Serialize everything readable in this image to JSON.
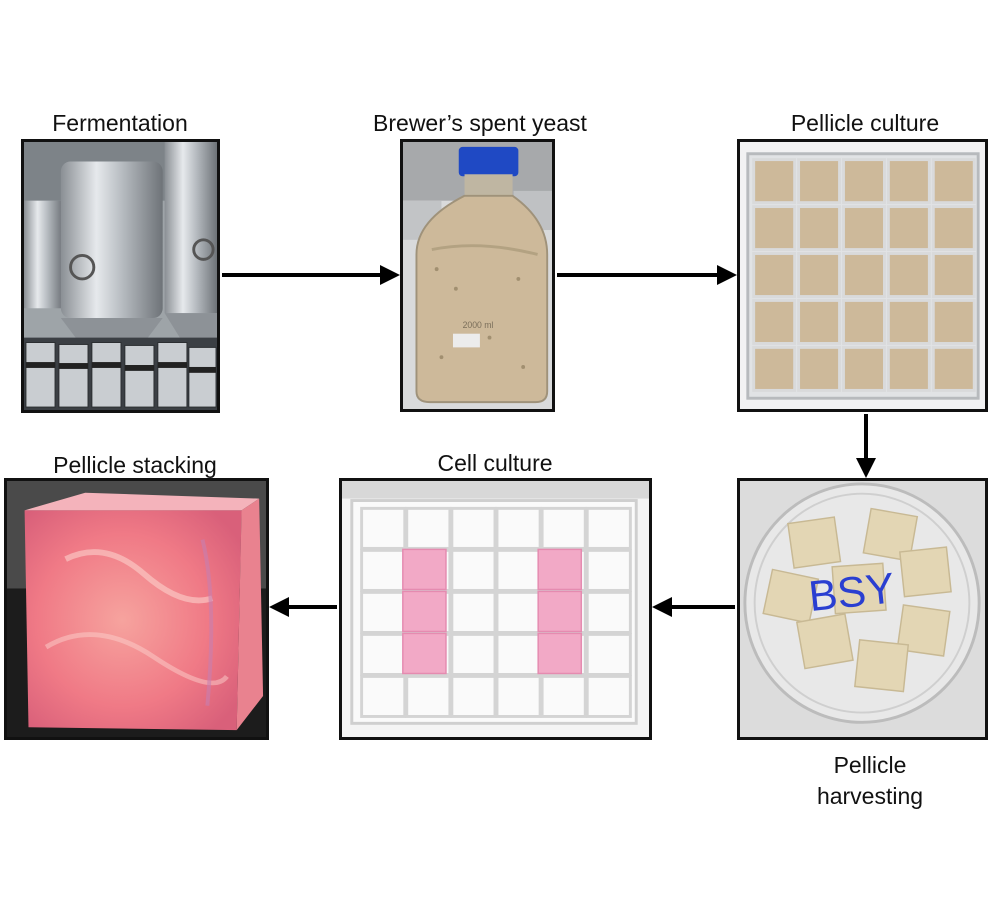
{
  "steps": [
    {
      "id": "fermentation",
      "label": "Fermentation",
      "icon": "brewery-fermentation-tanks-photo"
    },
    {
      "id": "spent_yeast",
      "label": "Brewer’s spent yeast",
      "icon": "spent-yeast-bottle-photo",
      "bottle_text": "2000 ml"
    },
    {
      "id": "pellicle_culture",
      "label": "Pellicle culture",
      "icon": "pellicle-culture-tray-photo"
    },
    {
      "id": "pellicle_harvesting",
      "label_line1": "Pellicle",
      "label_line2": "harvesting",
      "icon": "petri-dish-pellicles-photo",
      "dish_text": "BSY"
    },
    {
      "id": "cell_culture",
      "label": "Cell culture",
      "icon": "cell-culture-tray-photo"
    },
    {
      "id": "pellicle_stacking",
      "label": "Pellicle stacking",
      "icon": "stacked-pellicle-cube-photo"
    }
  ],
  "flow": [
    "fermentation",
    "spent_yeast",
    "pellicle_culture",
    "pellicle_harvesting",
    "cell_culture",
    "pellicle_stacking"
  ],
  "colors": {
    "arrow": "#000000",
    "border": "#111111",
    "yeast": "#cdb99a",
    "pink": "#f07a86"
  }
}
